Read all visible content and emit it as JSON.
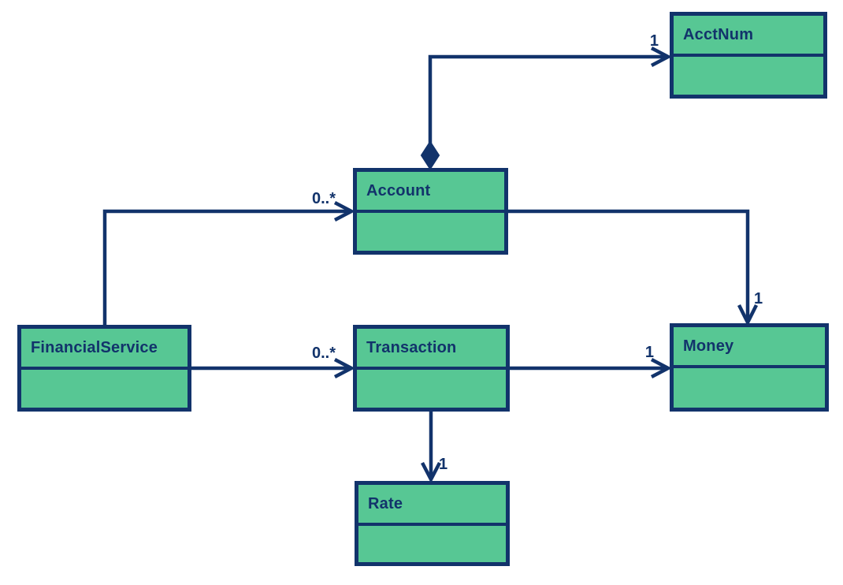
{
  "classes": {
    "acctnum": {
      "name": "AcctNum"
    },
    "account": {
      "name": "Account"
    },
    "financialservice": {
      "name": "FinancialService"
    },
    "transaction": {
      "name": "Transaction"
    },
    "money": {
      "name": "Money"
    },
    "rate": {
      "name": "Rate"
    }
  },
  "relationships": {
    "account_acctnum": {
      "from": "Account",
      "to": "AcctNum",
      "type": "composition",
      "arrow": "open",
      "multiplicity": "1"
    },
    "financialservice_account": {
      "from": "FinancialService",
      "to": "Account",
      "type": "association",
      "arrow": "open",
      "multiplicity": "0..*"
    },
    "financialservice_transaction": {
      "from": "FinancialService",
      "to": "Transaction",
      "type": "association",
      "arrow": "open",
      "multiplicity": "0..*"
    },
    "account_money": {
      "from": "Account",
      "to": "Money",
      "type": "association",
      "arrow": "open",
      "multiplicity": "1"
    },
    "transaction_money": {
      "from": "Transaction",
      "to": "Money",
      "type": "association",
      "arrow": "open",
      "multiplicity": "1"
    },
    "transaction_rate": {
      "from": "Transaction",
      "to": "Rate",
      "type": "association",
      "arrow": "open",
      "multiplicity": "1"
    }
  },
  "colors": {
    "line": "#12336B",
    "box_fill": "#57C794",
    "background": "#FFFFFF"
  }
}
